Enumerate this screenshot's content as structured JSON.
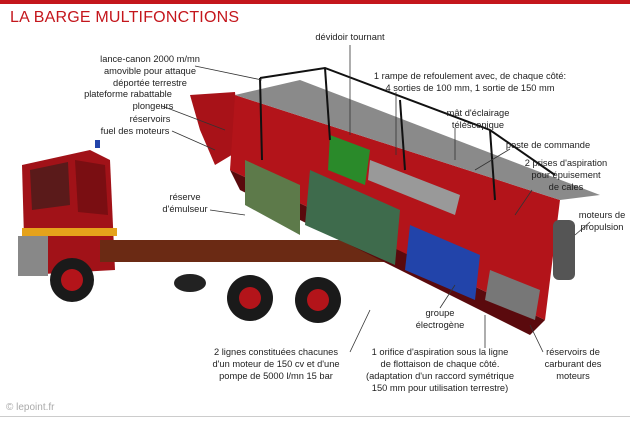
{
  "header": {
    "title": "LA BARGE MULTIFONCTIONS"
  },
  "labels": {
    "lance_canon": [
      "lance-canon 2000 m/mn",
      "amovible pour attaque",
      "déportée terrestre"
    ],
    "plateforme": [
      "plateforme rabattable",
      "plongeurs"
    ],
    "reservoirs_fuel": [
      "réservoirs",
      "fuel des moteurs"
    ],
    "emulseur": [
      "réserve",
      "d'émulseur"
    ],
    "devidoir": [
      "dévidoir tournant"
    ],
    "rampe": [
      "1 rampe de refoulement avec, de chaque côté:",
      "4 sorties de 100 mm, 1 sortie de 150 mm"
    ],
    "mat": [
      "mât d'éclairage",
      "téléscopique"
    ],
    "poste": [
      "poste de commande"
    ],
    "prises": [
      "2 prises d'aspiration",
      "pour épuisement",
      "de cales"
    ],
    "moteurs_propulsion": [
      "moteurs de",
      "propulsion"
    ],
    "groupe": [
      "groupe",
      "électrogène"
    ],
    "lignes": [
      "2 lignes constituées chacunes",
      "d'un moteur de 150 cv et d'une",
      "pompe de 5000 l/mn 15 bar"
    ],
    "orifice": [
      "1 orifice d'aspiration sous la ligne",
      "de flottaison de chaque côté.",
      "(adaptation d'un raccord symétrique",
      "150 mm pour utilisation terrestre)"
    ],
    "reservoirs_carburant": [
      "réservoirs de",
      "carburant des",
      "moteurs"
    ]
  },
  "footer": {
    "credit": "© lepoint.fr"
  },
  "colors": {
    "accent": "#c4161c",
    "truck_red": "#b3141a"
  }
}
